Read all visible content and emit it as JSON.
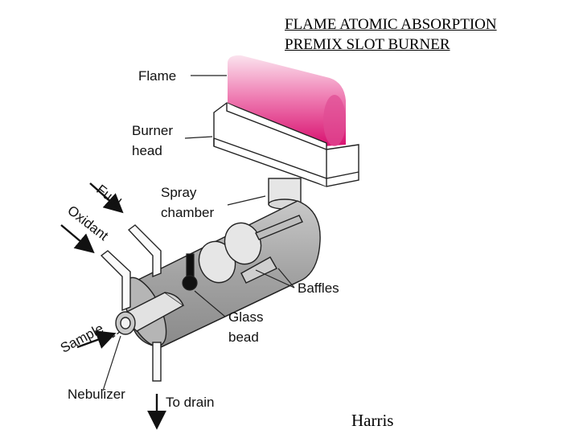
{
  "title": {
    "line1": "FLAME ATOMIC ABSORPTION",
    "line2": "PREMIX  SLOT  BURNER"
  },
  "labels": {
    "flame": "Flame",
    "burner_head_1": "Burner",
    "burner_head_2": "head",
    "spray_1": "Spray",
    "spray_2": "chamber",
    "fuel": "Fuel",
    "oxidant": "Oxidant",
    "sample": "Sample",
    "baffles": "Baffles",
    "glass_1": "Glass",
    "glass_2": "bead",
    "nebulizer": "Nebulizer",
    "drain": "To drain"
  },
  "credit": "Harris",
  "colors": {
    "flame": "#e0237f",
    "body_gray": "#9a9a9a",
    "outline": "#222222"
  }
}
